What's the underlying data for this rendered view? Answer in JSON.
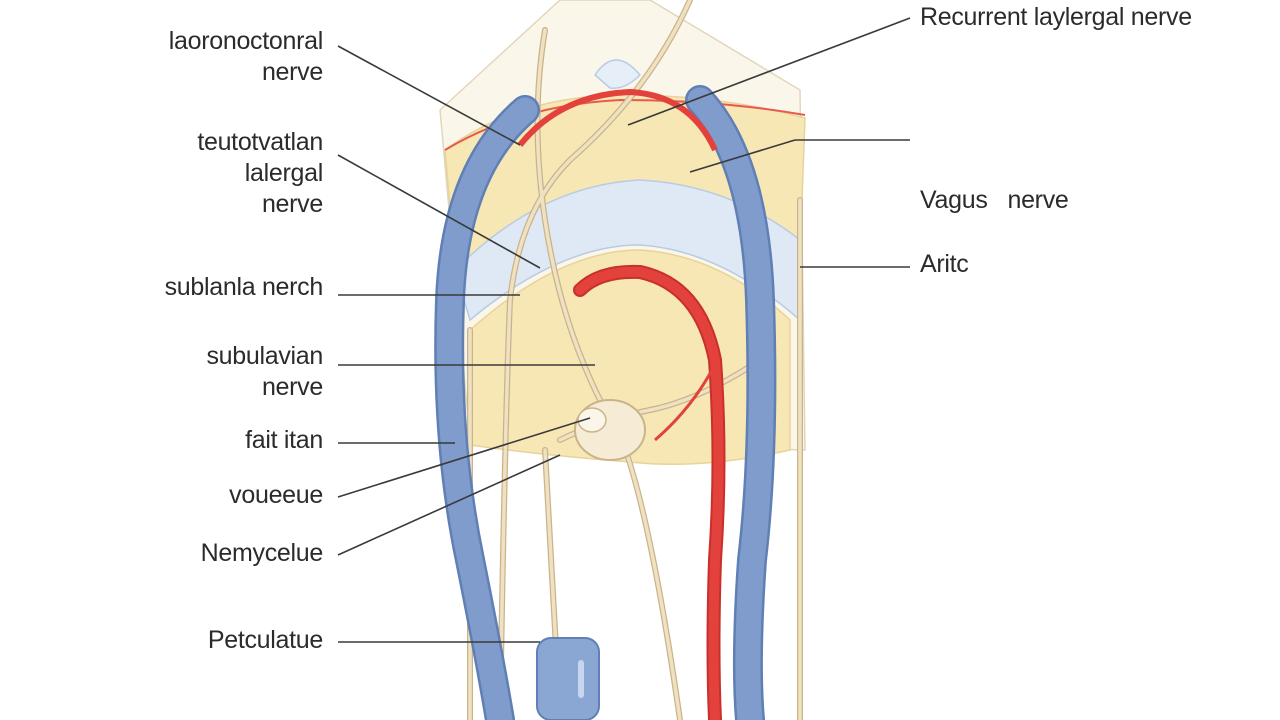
{
  "colors": {
    "vein": "#7f9ccc",
    "vein_edge": "#5f7fb5",
    "artery": "#e3413c",
    "nerve": "#efe1c2",
    "nerve_edge": "#c9b48a",
    "tissue_yellow": "#f6e7b5",
    "tissue_blue": "#dfe9f5",
    "leader": "#3a3a3a"
  },
  "labels": {
    "l1": {
      "lines": [
        "laoronoctonral",
        "nerve"
      ]
    },
    "l2": {
      "lines": [
        "teutotvatlan",
        "lalergal",
        "nerve"
      ]
    },
    "l3": {
      "lines": [
        "sublanla nerch"
      ]
    },
    "l4": {
      "lines": [
        "subulavian",
        "nerve"
      ]
    },
    "l5": {
      "lines": [
        "fait itan"
      ]
    },
    "l6": {
      "lines": [
        "voueeue"
      ]
    },
    "l7": {
      "lines": [
        "Nemycelue"
      ]
    },
    "l8": {
      "lines": [
        "Petculatue"
      ]
    },
    "r1": {
      "lines": [
        "Recurrent laylergal nerve"
      ]
    },
    "r2": {
      "lines": [
        "Vagus   nerve"
      ]
    },
    "r3": {
      "lines": [
        "Aritc"
      ]
    }
  }
}
